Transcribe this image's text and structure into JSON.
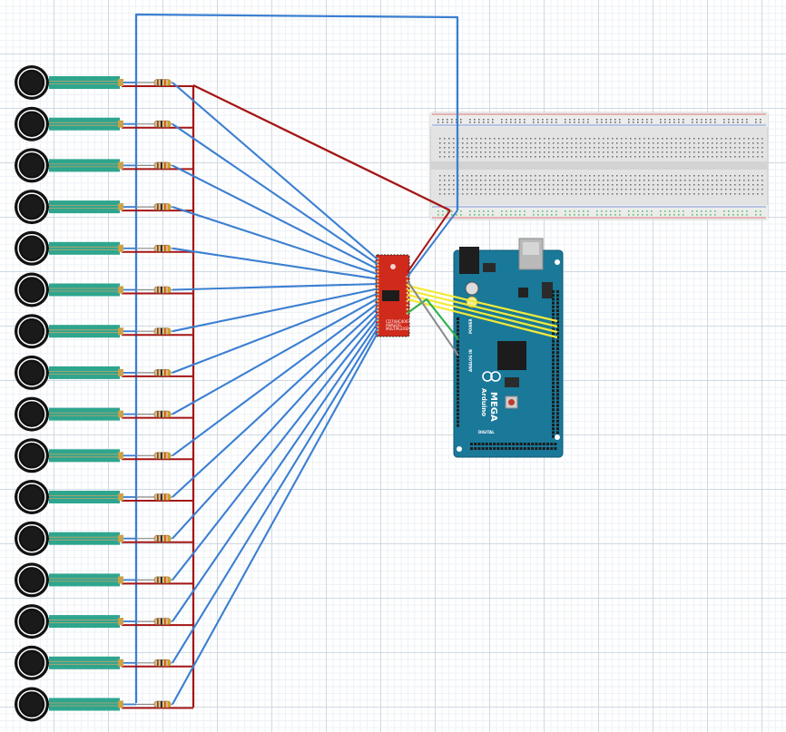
{
  "canvas": {
    "background": "#ffffff",
    "grid_major": "#cfd9e3",
    "grid_minor": "#eef2f6"
  },
  "colors": {
    "wire_blue": "#3b7fd1",
    "wire_red": "#a51616",
    "wire_yellow": "#f2ea3a",
    "wire_green": "#2fb24a",
    "wire_gray": "#8a8a8a",
    "fsr_strip": "#2ea58f",
    "fsr_pad": "#111111",
    "mux_board": "#cf2a1c",
    "arduino_board": "#1a7899",
    "breadboard": "#e3e3e3"
  },
  "sensors": {
    "count": 16,
    "part": "force-sensitive-resistor",
    "resistor_part": "resistor"
  },
  "mux": {
    "part": "analog-multiplexer-breakout",
    "label_line1": "CD74HC4067",
    "label_line2": "ANALOG",
    "label_line3": "MULTIPLEXER"
  },
  "arduino": {
    "part": "arduino-mega",
    "brand": "Arduino",
    "model": "MEGA",
    "digital_label": "DIGITAL",
    "power_label": "POWER",
    "analog_label": "ANALOG IN"
  },
  "breadboard": {
    "part": "half-breadboard"
  }
}
